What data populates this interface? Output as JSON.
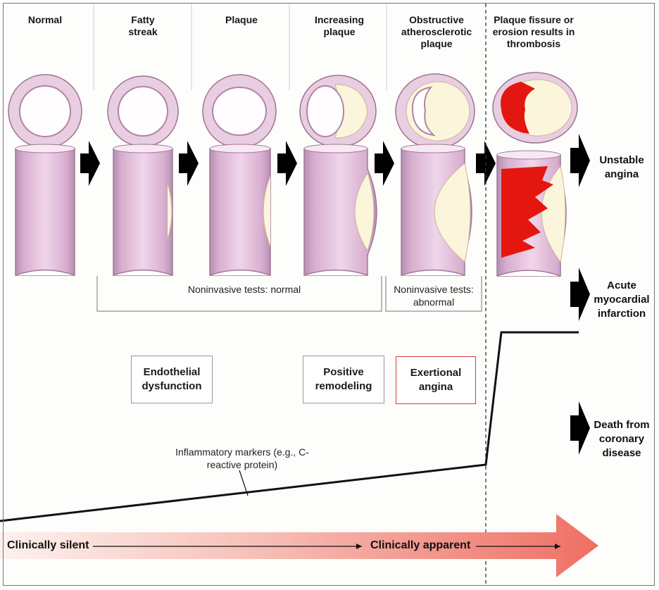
{
  "stages": [
    {
      "id": "normal",
      "title": "Normal"
    },
    {
      "id": "fatty-streak",
      "title": "Fatty streak"
    },
    {
      "id": "plaque",
      "title": "Plaque"
    },
    {
      "id": "increasing-plaque",
      "title": "Increasing plaque"
    },
    {
      "id": "obstructive",
      "title": "Obstructive atherosclerotic plaque"
    },
    {
      "id": "fissure",
      "title": "Plaque fissure or erosion results in thrombosis"
    }
  ],
  "tests": {
    "normal_label": "Noninvasive tests: normal",
    "abnormal_label": "Noninvasive tests: abnormal"
  },
  "boxes": {
    "endothelial": "Endothelial dysfunction",
    "remodeling": "Positive remodeling",
    "exertional": "Exertional angina"
  },
  "markers_label": "Inflammatory markers (e.g., C-reactive protein)",
  "outcomes": {
    "unstable": "Unstable angina",
    "mi": "Acute myocardial infarction",
    "death": "Death from coronary disease"
  },
  "timeline": {
    "silent": "Clinically silent",
    "apparent": "Clinically apparent"
  },
  "colors": {
    "vessel_wall": "#e2b8d4",
    "vessel_edge": "#a2789a",
    "lumen": "#cfa0c6",
    "plaque": "#fbf5dc",
    "thrombus": "#e3170f",
    "arrow": "#000000",
    "exertional_border": "#d63a3a",
    "timeline_arrow": "#f28a80"
  }
}
